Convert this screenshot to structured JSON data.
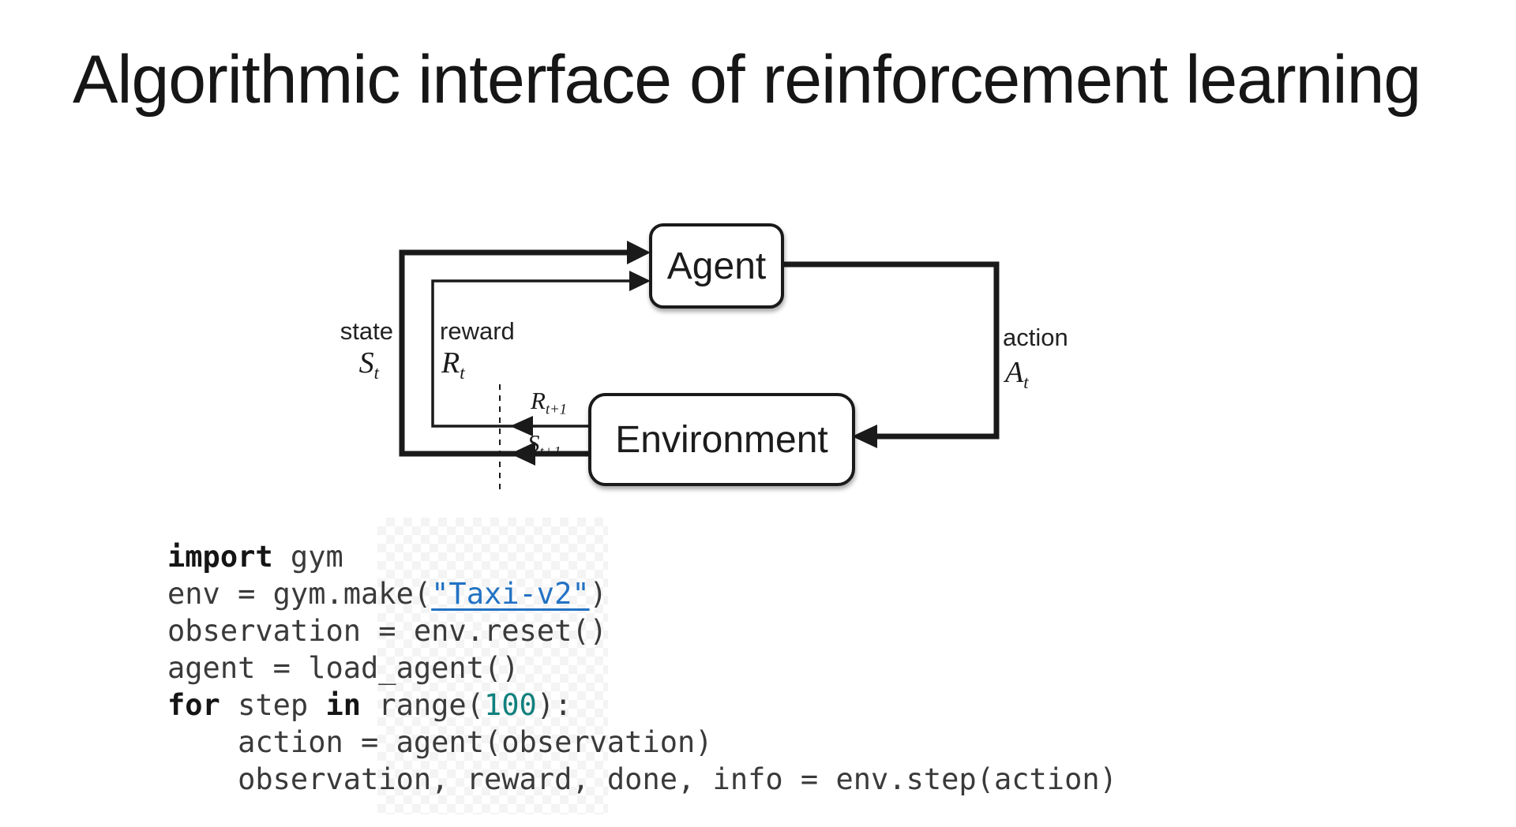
{
  "slide_title": "Algorithmic interface of reinforcement learning",
  "diagram": {
    "agent_label": "Agent",
    "environment_label": "Environment",
    "labels": {
      "state": "state",
      "reward": "reward",
      "action": "action"
    },
    "symbols": {
      "state": {
        "base": "S",
        "sub": "t"
      },
      "reward": {
        "base": "R",
        "sub": "t"
      },
      "action": {
        "base": "A",
        "sub": "t"
      },
      "next_reward": {
        "base": "R",
        "sub": "t+1"
      },
      "next_state": {
        "base": "S",
        "sub": "t+1"
      }
    },
    "line_color": "#1a1a1a"
  },
  "code": {
    "plain_color": "#3a3a3a",
    "keyword_color": "#151515",
    "link_color": "#2272c3",
    "number_color": "#0f807d",
    "lines": [
      [
        {
          "t": "import",
          "c": "kw"
        },
        {
          "t": " gym",
          "c": "pl"
        }
      ],
      [
        {
          "t": "env = gym.make(",
          "c": "pl"
        },
        {
          "t": "\"Taxi-v2\"",
          "c": "link"
        },
        {
          "t": ")",
          "c": "pl"
        }
      ],
      [
        {
          "t": "observation = env.reset()",
          "c": "pl"
        }
      ],
      [
        {
          "t": "agent = load_agent()",
          "c": "pl"
        }
      ],
      [
        {
          "t": "for",
          "c": "kw"
        },
        {
          "t": " step ",
          "c": "pl"
        },
        {
          "t": "in",
          "c": "kw"
        },
        {
          "t": " range(",
          "c": "pl"
        },
        {
          "t": "100",
          "c": "num"
        },
        {
          "t": "):",
          "c": "pl"
        }
      ],
      [
        {
          "t": "    action = agent(observation)",
          "c": "pl"
        }
      ],
      [
        {
          "t": "    observation, reward, done, info = env.step(action)",
          "c": "pl"
        }
      ]
    ]
  }
}
